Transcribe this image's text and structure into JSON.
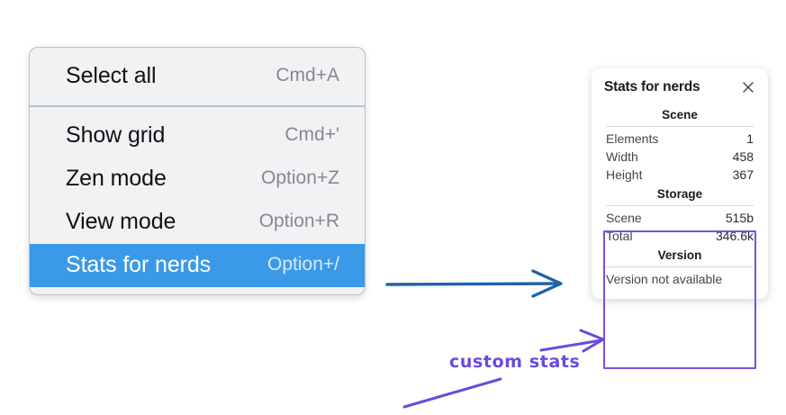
{
  "menu": {
    "groups": [
      {
        "items": [
          {
            "label": "Select all",
            "shortcut": "Cmd+A",
            "selected": false
          }
        ]
      },
      {
        "items": [
          {
            "label": "Show grid",
            "shortcut": "Cmd+'",
            "selected": false
          },
          {
            "label": "Zen mode",
            "shortcut": "Option+Z",
            "selected": false
          },
          {
            "label": "View mode",
            "shortcut": "Option+R",
            "selected": false
          },
          {
            "label": "Stats for nerds",
            "shortcut": "Option+/",
            "selected": true
          }
        ]
      }
    ],
    "highlight_color": "#3b9ae8"
  },
  "stats_panel": {
    "title": "Stats for nerds",
    "close_icon": "close-icon",
    "sections": [
      {
        "heading": "Scene",
        "rows": [
          {
            "key": "Elements",
            "value": "1"
          },
          {
            "key": "Width",
            "value": "458"
          },
          {
            "key": "Height",
            "value": "367"
          }
        ]
      },
      {
        "heading": "Storage",
        "rows": [
          {
            "key": "Scene",
            "value": "515b"
          },
          {
            "key": "Total",
            "value": "346.6k"
          }
        ]
      },
      {
        "heading": "Version",
        "note": "Version not available",
        "rows": []
      }
    ]
  },
  "annotations": {
    "custom_stats_label": "custom stats",
    "annotation_color": "#6a4ae0",
    "arrow_color": "#1f63a8"
  }
}
